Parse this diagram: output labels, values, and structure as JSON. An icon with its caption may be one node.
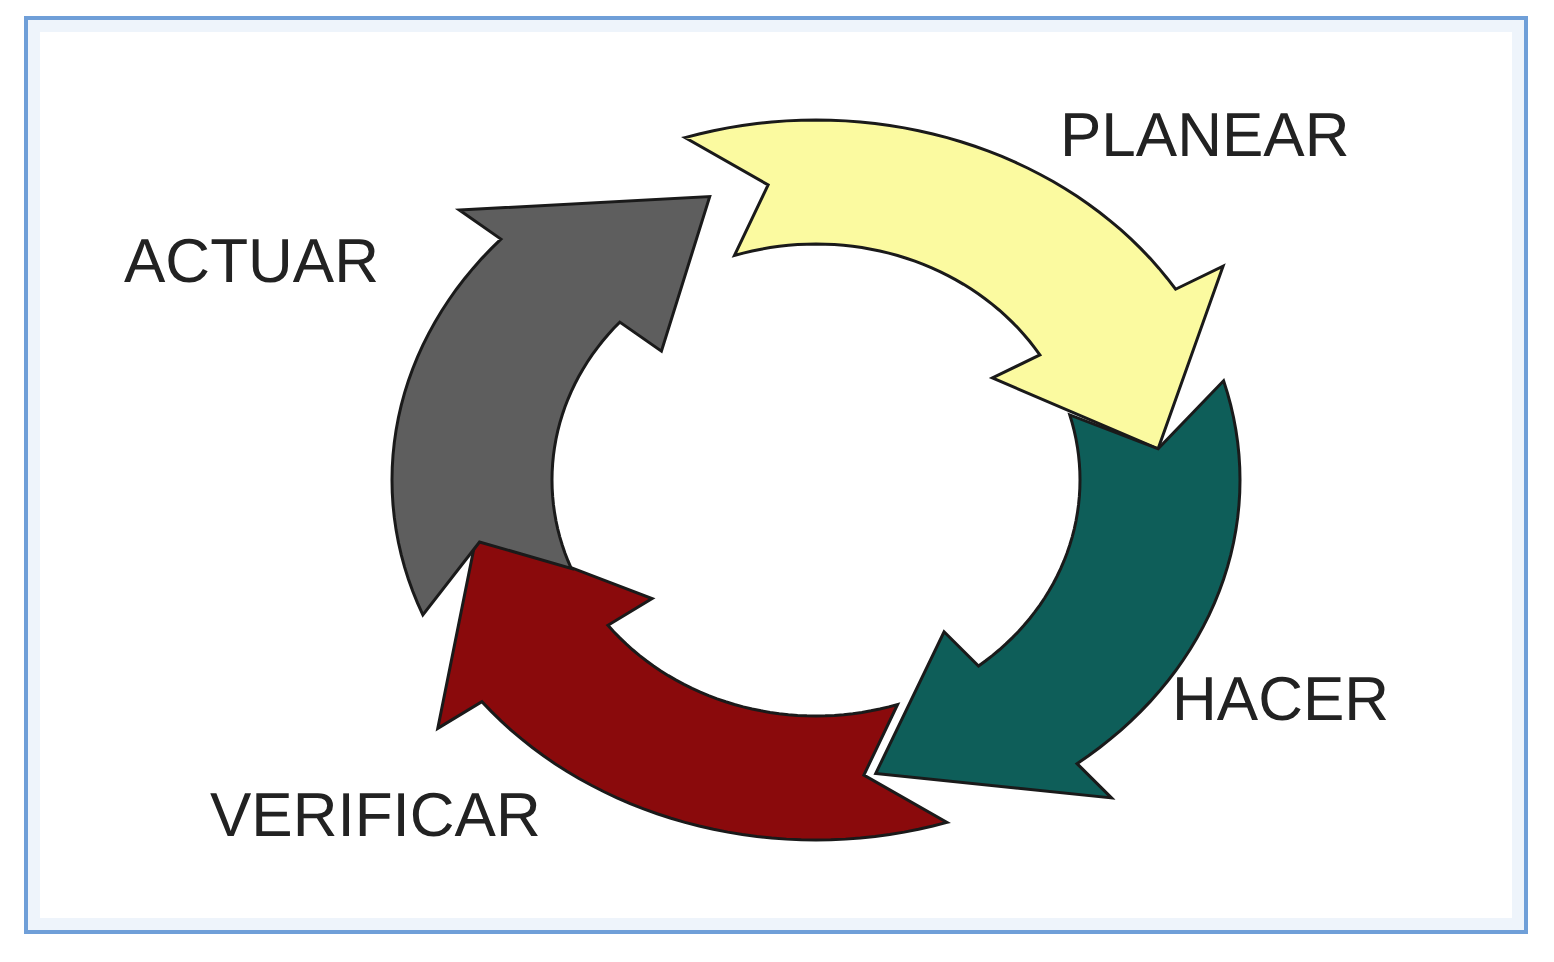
{
  "diagram": {
    "nodes": [
      {
        "text": [
          "PLANEAR"
        ]
      },
      {
        "text": [
          "HACER"
        ]
      },
      {
        "text": [
          "VERIFICAR"
        ]
      },
      {
        "text": [
          "ACTUAR"
        ]
      }
    ]
  }
}
